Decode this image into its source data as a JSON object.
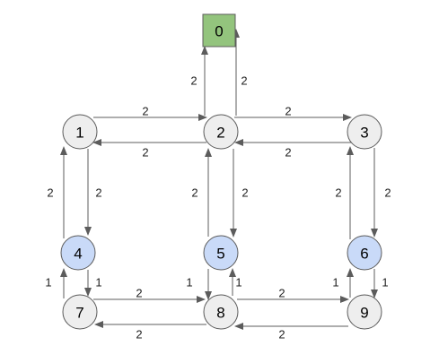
{
  "colors": {
    "default_fill": "#eeeeee",
    "blue_fill": "#c9daf8",
    "green_fill": "#93c47d",
    "stroke": "#5c5c5c"
  },
  "nodes": [
    {
      "id": "0",
      "label": "0",
      "shape": "square",
      "fill": "green"
    },
    {
      "id": "1",
      "label": "1",
      "shape": "circle",
      "fill": "default"
    },
    {
      "id": "2",
      "label": "2",
      "shape": "circle",
      "fill": "default"
    },
    {
      "id": "3",
      "label": "3",
      "shape": "circle",
      "fill": "default"
    },
    {
      "id": "4",
      "label": "4",
      "shape": "circle",
      "fill": "blue"
    },
    {
      "id": "5",
      "label": "5",
      "shape": "circle",
      "fill": "blue"
    },
    {
      "id": "6",
      "label": "6",
      "shape": "circle",
      "fill": "blue"
    },
    {
      "id": "7",
      "label": "7",
      "shape": "circle",
      "fill": "default"
    },
    {
      "id": "8",
      "label": "8",
      "shape": "circle",
      "fill": "default"
    },
    {
      "id": "9",
      "label": "9",
      "shape": "circle",
      "fill": "default"
    }
  ],
  "edges": [
    {
      "from": "2",
      "to": "0",
      "weight": "2"
    },
    {
      "from": "0",
      "to": "2",
      "weight": "2"
    },
    {
      "from": "1",
      "to": "2",
      "weight": "2"
    },
    {
      "from": "2",
      "to": "1",
      "weight": "2"
    },
    {
      "from": "2",
      "to": "3",
      "weight": "2"
    },
    {
      "from": "3",
      "to": "2",
      "weight": "2"
    },
    {
      "from": "4",
      "to": "1",
      "weight": "2"
    },
    {
      "from": "1",
      "to": "4",
      "weight": "2"
    },
    {
      "from": "5",
      "to": "2",
      "weight": "2"
    },
    {
      "from": "2",
      "to": "5",
      "weight": "2"
    },
    {
      "from": "6",
      "to": "3",
      "weight": "2"
    },
    {
      "from": "3",
      "to": "6",
      "weight": "2"
    },
    {
      "from": "7",
      "to": "4",
      "weight": "1"
    },
    {
      "from": "4",
      "to": "7",
      "weight": "1"
    },
    {
      "from": "8",
      "to": "5",
      "weight": "1"
    },
    {
      "from": "5",
      "to": "8",
      "weight": "1"
    },
    {
      "from": "9",
      "to": "6",
      "weight": "1"
    },
    {
      "from": "6",
      "to": "9",
      "weight": "1"
    },
    {
      "from": "7",
      "to": "8",
      "weight": "2"
    },
    {
      "from": "8",
      "to": "7",
      "weight": "2"
    },
    {
      "from": "8",
      "to": "9",
      "weight": "2"
    },
    {
      "from": "9",
      "to": "8",
      "weight": "2"
    }
  ]
}
